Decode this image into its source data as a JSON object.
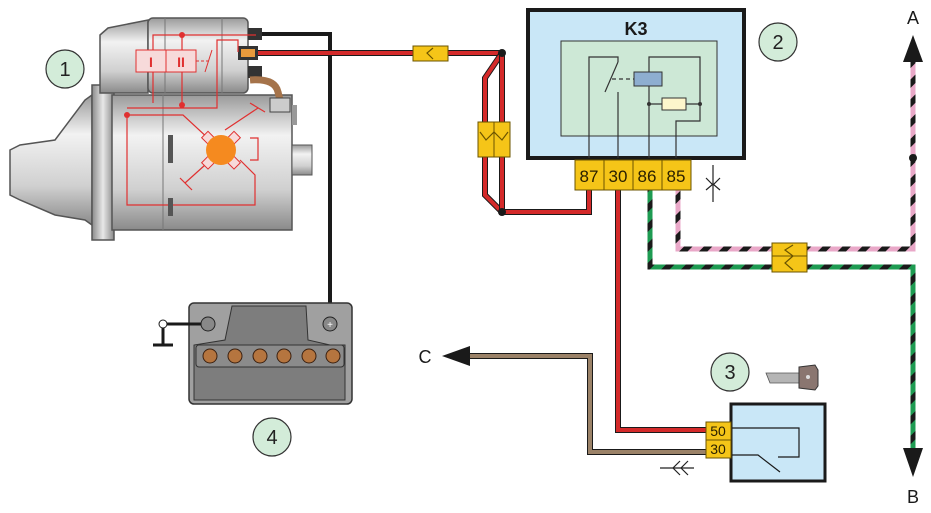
{
  "diagram": {
    "title": "Starter motor wiring diagram with relay K3",
    "colors": {
      "wire_red": "#d42a2a",
      "wire_black": "#1a1a1a",
      "wire_brown": "#9b8268",
      "wire_pink": "#e9a8c8",
      "wire_green": "#1e9b52",
      "connector": "#f5c518",
      "relay_body": "#c9e7f7",
      "relay_inner": "#cde8d6",
      "callout_fill": "#d3ecd9",
      "starter_body": "#c8c8c8",
      "rotor": "#f58a1f"
    },
    "components": [
      {
        "id": "1",
        "name": "Starter motor",
        "callout": "1",
        "solenoid_windings": [
          "I",
          "II"
        ]
      },
      {
        "id": "2",
        "name": "Starter relay",
        "callout": "2",
        "label": "K3",
        "pins": [
          "87",
          "30",
          "86",
          "85"
        ]
      },
      {
        "id": "3",
        "name": "Ignition switch",
        "callout": "3",
        "pins": [
          "50",
          "30"
        ]
      },
      {
        "id": "4",
        "name": "Battery",
        "callout": "4",
        "cells": 6
      }
    ],
    "terminals": {
      "a": "A",
      "b": "B",
      "c": "C"
    }
  }
}
